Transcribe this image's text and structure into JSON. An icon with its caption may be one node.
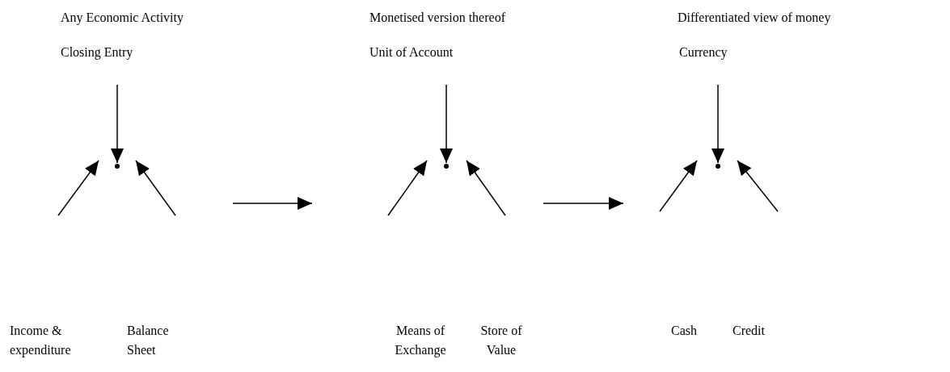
{
  "diagram": {
    "nodes": [
      {
        "text": [
          "Closing Entry"
        ]
      },
      {
        "text": [
          "Unit of Account"
        ]
      },
      {
        "text": [
          "Currency"
        ]
      },
      {
        "text": [
          "Income & expenditure"
        ]
      },
      {
        "text": [
          "Balance Sheet"
        ]
      },
      {
        "text": [
          "Means of Exchange"
        ]
      },
      {
        "text": [
          "Store of Value"
        ]
      },
      {
        "text": [
          "Cash"
        ]
      },
      {
        "text": [
          "Credit"
        ]
      },
      {
        "text": [],
        "shape": "point"
      },
      {
        "text": [],
        "shape": "point"
      },
      {
        "text": [],
        "shape": "point"
      }
    ],
    "edges": [
      {
        "from": 0,
        "to": 9,
        "arrow": "to"
      },
      {
        "from": null,
        "to": 9,
        "arrow": "to"
      },
      {
        "from": null,
        "to": 9,
        "arrow": "to"
      },
      {
        "from": 1,
        "to": 10,
        "arrow": "to"
      },
      {
        "from": null,
        "to": 10,
        "arrow": "to"
      },
      {
        "from": null,
        "to": 10,
        "arrow": "to"
      },
      {
        "from": 2,
        "to": 11,
        "arrow": "to"
      },
      {
        "from": null,
        "to": 11,
        "arrow": "to"
      },
      {
        "from": null,
        "to": 11,
        "arrow": "to"
      }
    ],
    "labels": [
      "Any Economic Activity",
      "Monetised version thereof",
      "Differentiated view of money"
    ]
  }
}
